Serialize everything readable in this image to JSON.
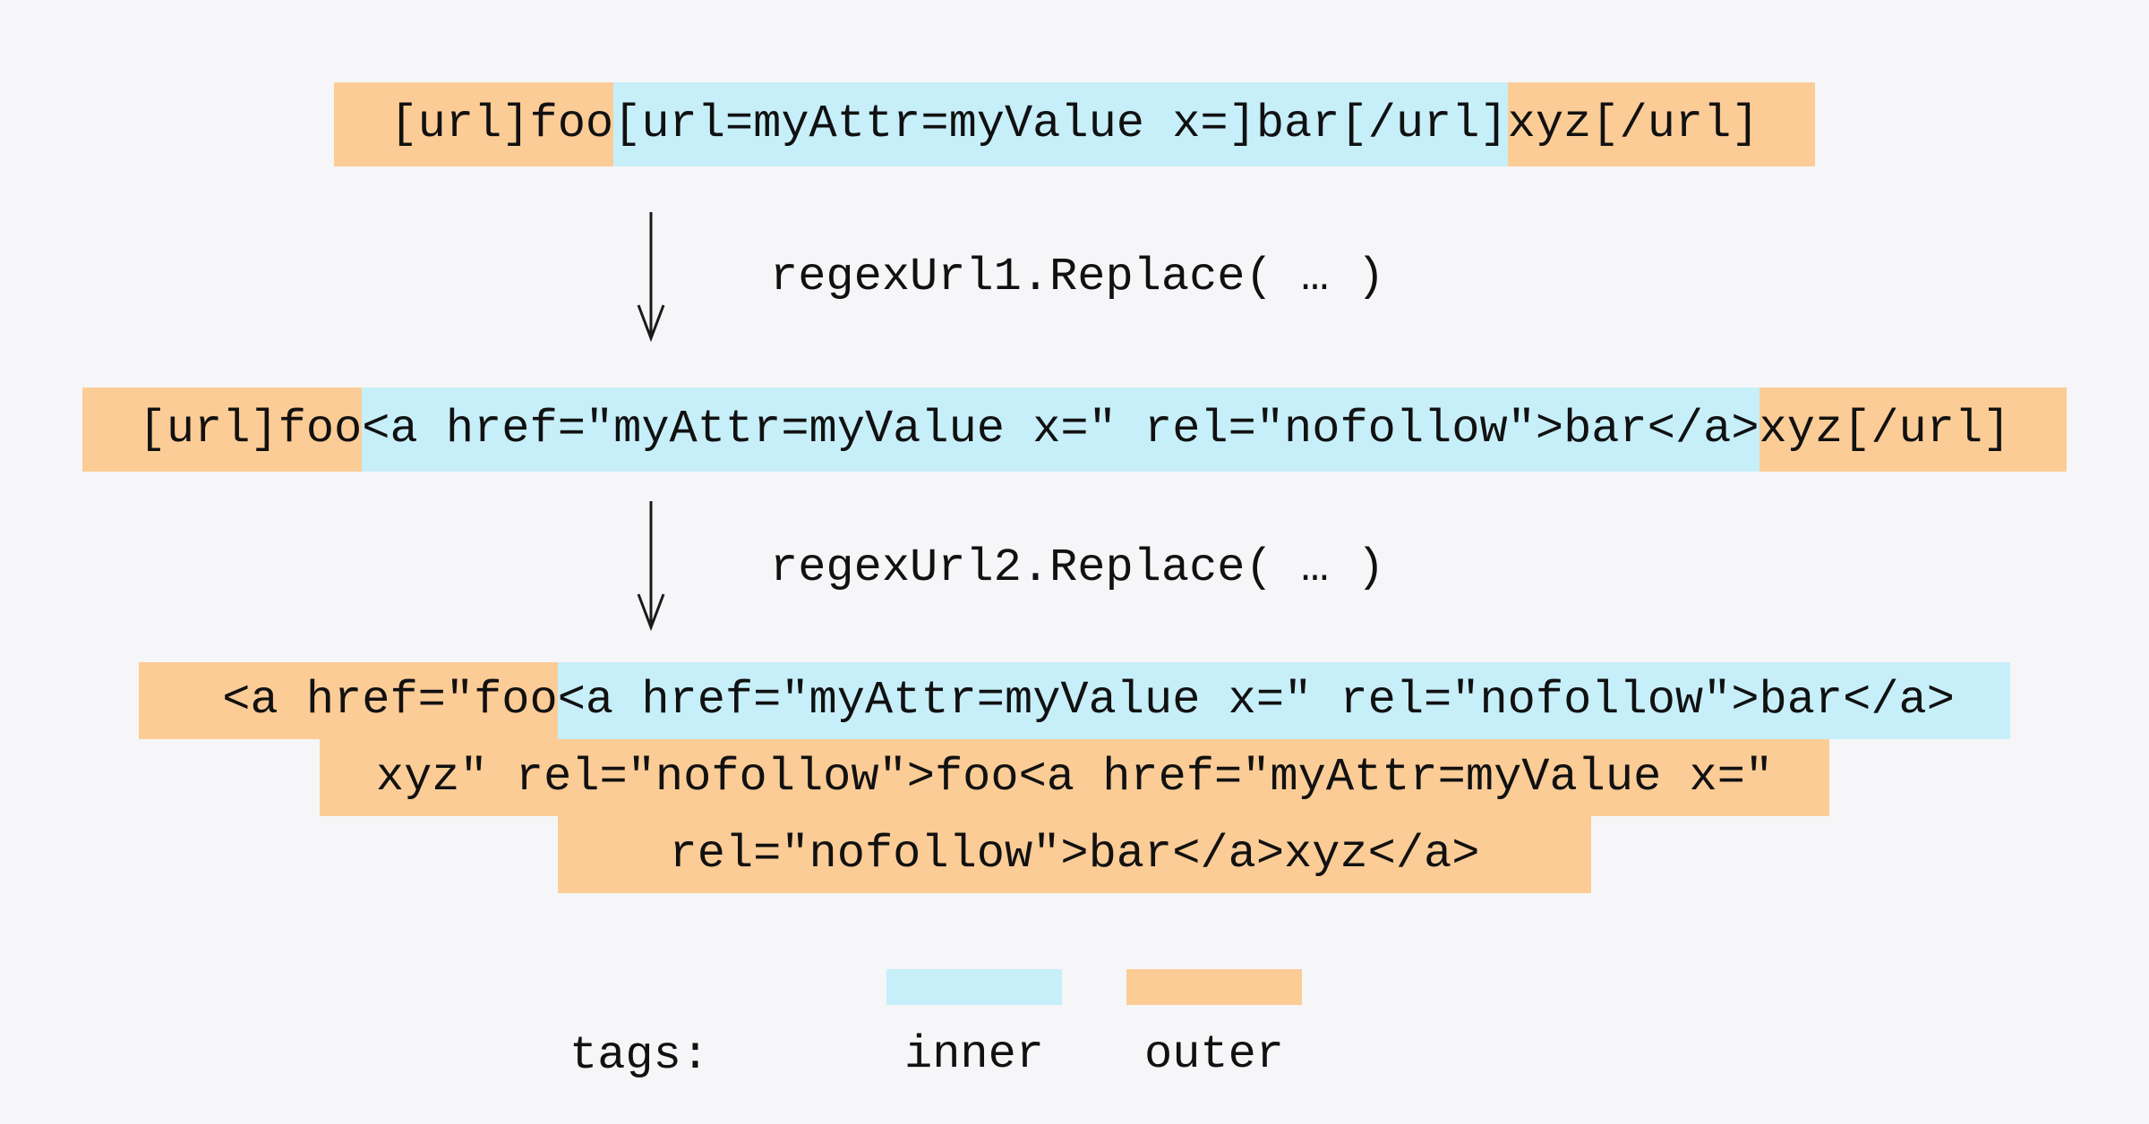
{
  "diagram": {
    "title_hint": "BBCode url tag to anchor tag regex replacement flow",
    "step1": {
      "segments": [
        {
          "role": "outer",
          "text": "  [url]foo"
        },
        {
          "role": "inner",
          "text": "[url=myAttr=myValue x=]bar[/url]"
        },
        {
          "role": "outer",
          "text": "xyz[/url]  "
        }
      ]
    },
    "transform1": {
      "label": "regexUrl1.Replace( … )"
    },
    "step2": {
      "segments": [
        {
          "role": "outer",
          "text": "  [url]foo"
        },
        {
          "role": "inner",
          "text": "<a href=\"myAttr=myValue x=\" rel=\"nofollow\">bar</a>"
        },
        {
          "role": "outer",
          "text": "xyz[/url]  "
        }
      ]
    },
    "transform2": {
      "label": "regexUrl2.Replace( … )"
    },
    "step3": {
      "lines": [
        {
          "segments": [
            {
              "role": "outer",
              "text": "   <a href=\"foo"
            },
            {
              "role": "inner",
              "text": "<a href=\"myAttr=myValue x=\" rel=\"nofollow\">bar</a>  "
            }
          ]
        },
        {
          "segments": [
            {
              "role": "outer",
              "text": "  xyz\" rel=\"nofollow\">foo<a href=\"myAttr=myValue x=\"  "
            }
          ]
        },
        {
          "segments": [
            {
              "role": "outer",
              "text": "    rel=\"nofollow\">bar</a>xyz</a>    "
            }
          ]
        }
      ]
    },
    "legend": {
      "title": "tags:",
      "items": [
        {
          "label": "inner",
          "color": "#c7effa"
        },
        {
          "label": "outer",
          "color": "#fccc96"
        }
      ]
    },
    "colors": {
      "inner_highlight": "#c7effa",
      "outer_highlight": "#fccc96",
      "background": "#f6f6f8",
      "text": "#111111",
      "arrow": "#1a1a1a"
    }
  }
}
